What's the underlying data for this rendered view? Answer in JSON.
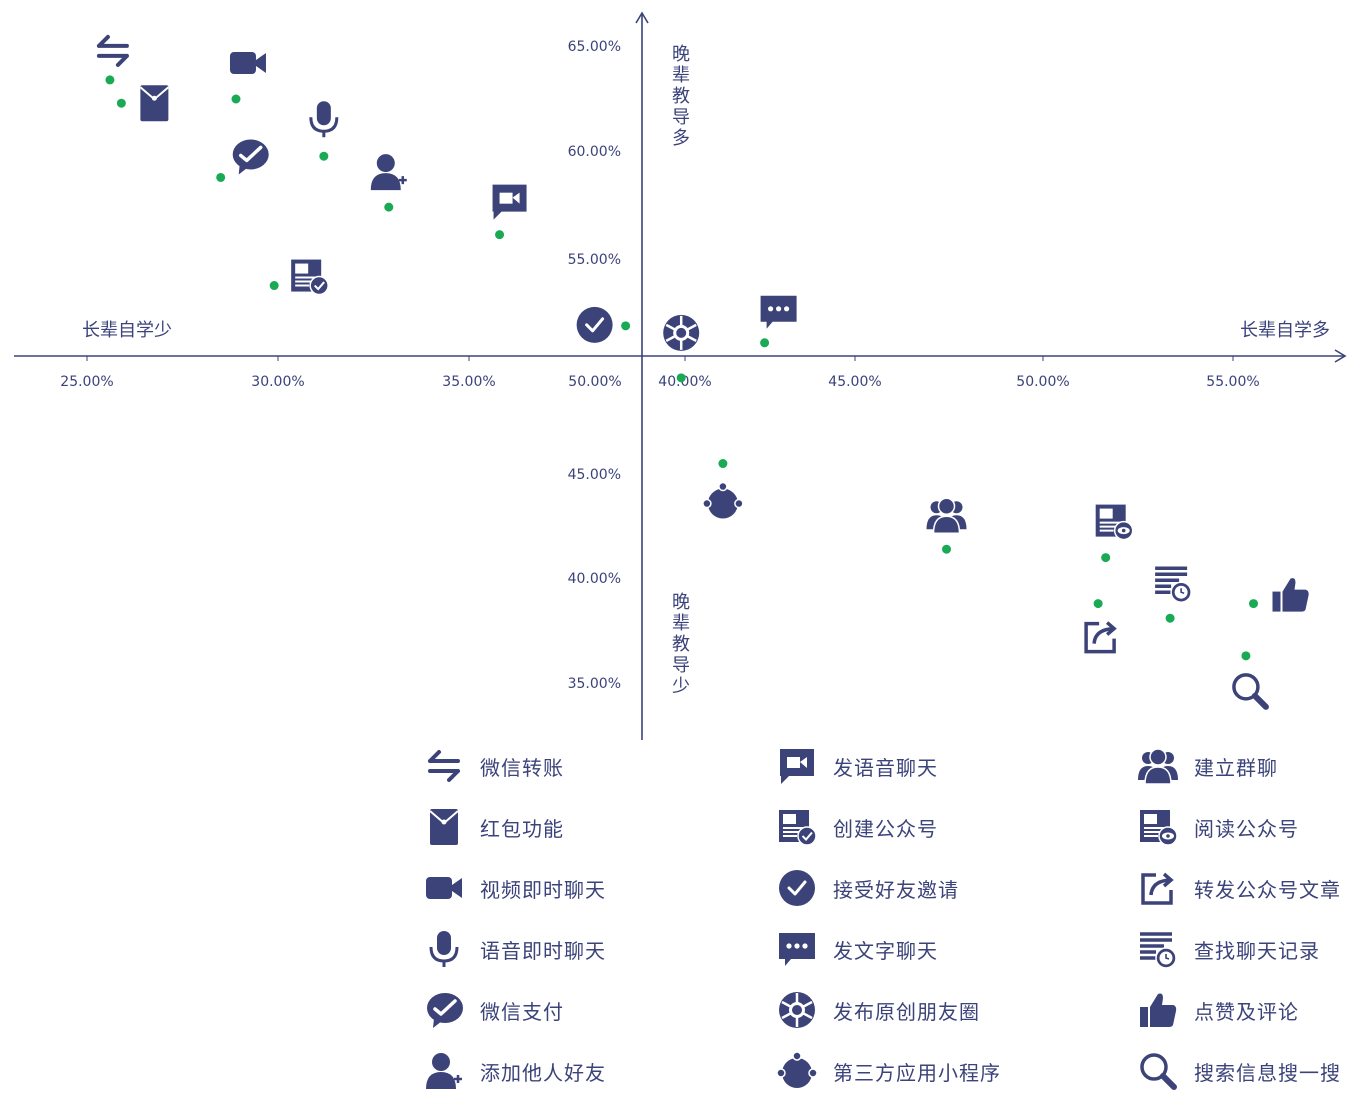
{
  "colors": {
    "icon": "#3c4379",
    "dot": "#1aaa55",
    "axis": "#3b437a",
    "text": "#3b437a"
  },
  "chart_data": {
    "type": "scatter",
    "x_axis": {
      "left_label": "长辈自学少",
      "right_label": "长辈自学多",
      "ticks_left_half": [
        "25.00%",
        "30.00%",
        "35.00%",
        "50.00%"
      ],
      "ticks_right_half": [
        "40.00%",
        "45.00%",
        "50.00%",
        "55.00%"
      ]
    },
    "y_axis": {
      "top_label": "晚辈教导多",
      "bottom_label": "晚辈教导少",
      "ticks": [
        "65.00%",
        "60.00%",
        "55.00%",
        "45.00%",
        "40.00%",
        "35.00%"
      ]
    },
    "series": [
      {
        "name": "微信转账",
        "icon": "transfer-icon",
        "x": 25.6,
        "y": 63.4
      },
      {
        "name": "红包功能",
        "icon": "red-packet-icon",
        "x": 25.9,
        "y": 62.3
      },
      {
        "name": "视频即时聊天",
        "icon": "video-camera-icon",
        "x": 28.9,
        "y": 62.5
      },
      {
        "name": "语音即时聊天",
        "icon": "microphone-icon",
        "x": 31.2,
        "y": 59.8
      },
      {
        "name": "微信支付",
        "icon": "wechat-pay-icon",
        "x": 28.5,
        "y": 58.8
      },
      {
        "name": "添加他人好友",
        "icon": "add-friend-icon",
        "x": 32.9,
        "y": 57.4
      },
      {
        "name": "发语音聊天",
        "icon": "voice-message-icon",
        "x": 35.8,
        "y": 56.1
      },
      {
        "name": "创建公众号",
        "icon": "create-account-icon",
        "x": 29.9,
        "y": 53.7
      },
      {
        "name": "接受好友邀请",
        "icon": "accept-invite-icon",
        "x": 39.1,
        "y": 51.8
      },
      {
        "name": "发文字聊天",
        "icon": "text-chat-icon",
        "x": 42.1,
        "y": 51.0
      },
      {
        "name": "发布原创朋友圈",
        "icon": "moments-icon",
        "x": 39.9,
        "y": 49.6
      },
      {
        "name": "第三方应用小程序",
        "icon": "mini-program-icon",
        "x": 41.0,
        "y": 45.5
      },
      {
        "name": "建立群聊",
        "icon": "group-chat-icon",
        "x": 46.9,
        "y": 41.4
      },
      {
        "name": "阅读公众号",
        "icon": "read-account-icon",
        "x": 51.1,
        "y": 41.0
      },
      {
        "name": "转发公众号文章",
        "icon": "share-article-icon",
        "x": 50.9,
        "y": 38.8
      },
      {
        "name": "查找聊天记录",
        "icon": "chat-history-icon",
        "x": 52.8,
        "y": 38.1
      },
      {
        "name": "点赞及评论",
        "icon": "thumbs-up-icon",
        "x": 55.0,
        "y": 38.8
      },
      {
        "name": "搜索信息搜一搜",
        "icon": "search-icon",
        "x": 54.8,
        "y": 36.3
      }
    ]
  }
}
